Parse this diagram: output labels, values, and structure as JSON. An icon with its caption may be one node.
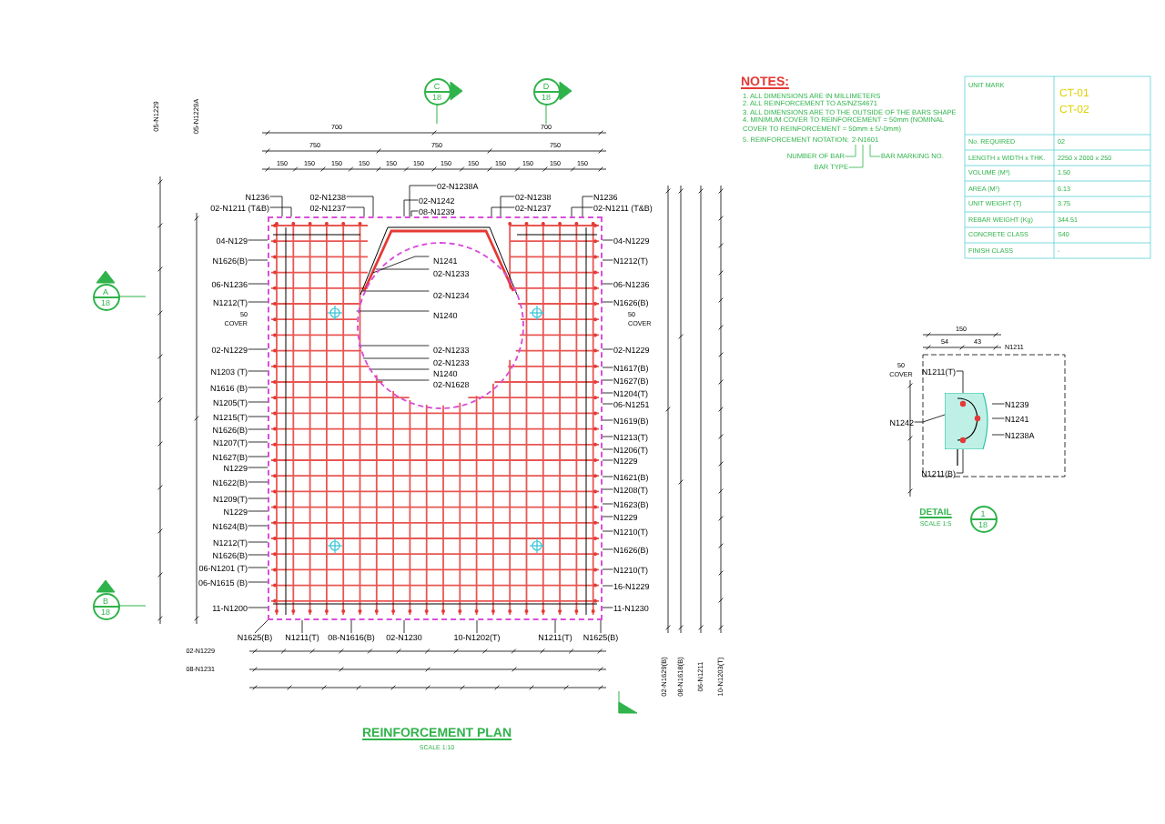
{
  "diagram": {
    "nodes": [
      {
        "text": [
          "C",
          "18"
        ]
      },
      {
        "text": [
          "D",
          "18"
        ]
      },
      {
        "text": [
          "A",
          "18"
        ]
      },
      {
        "text": [
          "B",
          "18"
        ]
      },
      {
        "text": [],
        "shape": "box"
      },
      {
        "text": [],
        "shape": "circle",
        "in": 4
      },
      {
        "text": [
          "04-N129"
        ]
      },
      {
        "text": [
          "N1626(B)"
        ]
      },
      {
        "text": [
          "06-N1236"
        ]
      },
      {
        "text": [
          "N1212(T)"
        ]
      },
      {
        "text": [
          "02-N1229"
        ]
      },
      {
        "text": [
          "N1203 (T)"
        ]
      },
      {
        "text": [
          "N1616 (B)"
        ]
      },
      {
        "text": [
          "N1205(T)"
        ]
      },
      {
        "text": [
          "N1215(T)"
        ]
      },
      {
        "text": [
          "N1626(B)"
        ]
      },
      {
        "text": [
          "N1207(T)"
        ]
      },
      {
        "text": [
          "N1627(B)"
        ]
      },
      {
        "text": [
          "N1229"
        ]
      },
      {
        "text": [
          "N1622(B)"
        ]
      },
      {
        "text": [
          "N1209(T)"
        ]
      },
      {
        "text": [
          "N1229"
        ]
      },
      {
        "text": [
          "N1624(B)"
        ]
      },
      {
        "text": [
          "N1212(T)"
        ]
      },
      {
        "text": [
          "N1626(B)"
        ]
      },
      {
        "text": [
          "06-N1201 (T)"
        ]
      },
      {
        "text": [
          "06-N1615 (B)"
        ]
      },
      {
        "text": [
          "11-N1200"
        ]
      },
      {
        "text": [
          "04-N1229"
        ]
      },
      {
        "text": [
          "N1212(T)"
        ]
      },
      {
        "text": [
          "06-N1236"
        ]
      },
      {
        "text": [
          "N1626(B)"
        ]
      },
      {
        "text": [
          "02-N1229"
        ]
      },
      {
        "text": [
          "N1617(B)"
        ]
      },
      {
        "text": [
          "N1627(B)"
        ]
      },
      {
        "text": [
          "N1204(T)"
        ]
      },
      {
        "text": [
          "06-N1251"
        ]
      },
      {
        "text": [
          "N1619(B)"
        ]
      },
      {
        "text": [
          "N1213(T)"
        ]
      },
      {
        "text": [
          "N1206(T)"
        ]
      },
      {
        "text": [
          "N1229"
        ]
      },
      {
        "text": [
          "N1621(B)"
        ]
      },
      {
        "text": [
          "N1208(T)"
        ]
      },
      {
        "text": [
          "N1623(B)"
        ]
      },
      {
        "text": [
          "N1229"
        ]
      },
      {
        "text": [
          "N1210(T)"
        ]
      },
      {
        "text": [
          "N1626(B)"
        ]
      },
      {
        "text": [
          "N1210(T)"
        ]
      },
      {
        "text": [
          "16-N1229"
        ]
      },
      {
        "text": [
          "11-N1230"
        ]
      },
      {
        "text": [
          "N1236"
        ]
      },
      {
        "text": [
          "02-N1211 (T&B)"
        ]
      },
      {
        "text": [
          "02-N1238"
        ]
      },
      {
        "text": [
          "02-N1237"
        ]
      },
      {
        "text": [
          "02-N1238A"
        ]
      },
      {
        "text": [
          "02-N1242"
        ]
      },
      {
        "text": [
          "08-N1239"
        ]
      },
      {
        "text": [
          "02-N1238"
        ]
      },
      {
        "text": [
          "02-N1237"
        ]
      },
      {
        "text": [
          "N1236"
        ]
      },
      {
        "text": [
          "02-N1211 (T&B)"
        ]
      },
      {
        "text": [
          "N1241"
        ],
        "in": 5
      },
      {
        "text": [
          "02-N1233"
        ],
        "in": 5
      },
      {
        "text": [
          "02-N1234"
        ],
        "in": 5
      },
      {
        "text": [
          "N1240"
        ],
        "in": 5
      },
      {
        "text": [
          "02-N1233"
        ],
        "in": 5
      },
      {
        "text": [
          "02-N1233"
        ],
        "in": 5
      },
      {
        "text": [
          "N1240"
        ],
        "in": 5
      },
      {
        "text": [
          "02-N1628"
        ],
        "in": 5
      },
      {
        "text": [
          "N1625(B)"
        ]
      },
      {
        "text": [
          "N1211(T)"
        ]
      },
      {
        "text": [
          "08-N1616(B)"
        ]
      },
      {
        "text": [
          "02-N1230"
        ]
      },
      {
        "text": [
          "10-N1202(T)"
        ]
      },
      {
        "text": [
          "N1211(T)"
        ]
      },
      {
        "text": [
          "N1625(B)"
        ]
      },
      {
        "text": [],
        "shape": "picture"
      },
      {
        "text": [
          "N1211(T)"
        ]
      },
      {
        "text": [
          "N1239"
        ]
      },
      {
        "text": [
          "N1241"
        ]
      },
      {
        "text": [
          "N1238A"
        ]
      },
      {
        "text": [
          "N1242"
        ]
      },
      {
        "text": [
          "N1211(B)"
        ]
      },
      {
        "text": [
          "1",
          "18"
        ]
      },
      {
        "text": [
          "2-N1601"
        ]
      },
      {
        "text": [
          "NUMBER OF BAR"
        ]
      },
      {
        "text": [
          "BAR MARKING NO."
        ]
      },
      {
        "text": [
          "BAR TYPE"
        ]
      }
    ],
    "edges": [
      {
        "from": 6,
        "to": 4,
        "arrow": "none"
      },
      {
        "from": 7,
        "to": 4,
        "arrow": "none"
      },
      {
        "from": 8,
        "to": 4,
        "arrow": "none"
      },
      {
        "from": 9,
        "to": 4,
        "arrow": "none"
      },
      {
        "from": 10,
        "to": 4,
        "arrow": "none"
      },
      {
        "from": 11,
        "to": 4,
        "arrow": "none"
      },
      {
        "from": 12,
        "to": 4,
        "arrow": "none"
      },
      {
        "from": 13,
        "to": 4,
        "arrow": "none"
      },
      {
        "from": 14,
        "to": 4,
        "arrow": "none"
      },
      {
        "from": 15,
        "to": 4,
        "arrow": "none"
      },
      {
        "from": 16,
        "to": 4,
        "arrow": "none"
      },
      {
        "from": 17,
        "to": 4,
        "arrow": "none"
      },
      {
        "from": 18,
        "to": 4,
        "arrow": "none"
      },
      {
        "from": 19,
        "to": 4,
        "arrow": "none"
      },
      {
        "from": 20,
        "to": 4,
        "arrow": "none"
      },
      {
        "from": 21,
        "to": 4,
        "arrow": "none"
      },
      {
        "from": 22,
        "to": 4,
        "arrow": "none"
      },
      {
        "from": 23,
        "to": 4,
        "arrow": "none"
      },
      {
        "from": 24,
        "to": 4,
        "arrow": "none"
      },
      {
        "from": 25,
        "to": 4,
        "arrow": "none"
      },
      {
        "from": 26,
        "to": 4,
        "arrow": "none"
      },
      {
        "from": 27,
        "to": 4,
        "arrow": "none"
      },
      {
        "from": 28,
        "to": 4,
        "arrow": "none"
      },
      {
        "from": 29,
        "to": 4,
        "arrow": "none"
      },
      {
        "from": 30,
        "to": 4,
        "arrow": "none"
      },
      {
        "from": 31,
        "to": 4,
        "arrow": "none"
      },
      {
        "from": 32,
        "to": 4,
        "arrow": "none"
      },
      {
        "from": 33,
        "to": 4,
        "arrow": "none"
      },
      {
        "from": 34,
        "to": 4,
        "arrow": "none"
      },
      {
        "from": 35,
        "to": 4,
        "arrow": "none"
      },
      {
        "from": 36,
        "to": 4,
        "arrow": "none"
      },
      {
        "from": 37,
        "to": 4,
        "arrow": "none"
      },
      {
        "from": 38,
        "to": 4,
        "arrow": "none"
      },
      {
        "from": 39,
        "to": 4,
        "arrow": "none"
      },
      {
        "from": 40,
        "to": 4,
        "arrow": "none"
      },
      {
        "from": 41,
        "to": 4,
        "arrow": "none"
      },
      {
        "from": 42,
        "to": 4,
        "arrow": "none"
      },
      {
        "from": 43,
        "to": 4,
        "arrow": "none"
      },
      {
        "from": 44,
        "to": 4,
        "arrow": "none"
      },
      {
        "from": 45,
        "to": 4,
        "arrow": "none"
      },
      {
        "from": 46,
        "to": 4,
        "arrow": "none"
      },
      {
        "from": 47,
        "to": 4,
        "arrow": "none"
      },
      {
        "from": 48,
        "to": 4,
        "arrow": "none"
      },
      {
        "from": 49,
        "to": 4,
        "arrow": "none"
      },
      {
        "from": 50,
        "to": 4,
        "arrow": "none"
      },
      {
        "from": 51,
        "to": 4,
        "arrow": "none"
      },
      {
        "from": 52,
        "to": 4,
        "arrow": "none"
      },
      {
        "from": 53,
        "to": 4,
        "arrow": "none"
      },
      {
        "from": 54,
        "to": 4,
        "arrow": "none"
      },
      {
        "from": 55,
        "to": 4,
        "arrow": "none"
      },
      {
        "from": 56,
        "to": 4,
        "arrow": "none"
      },
      {
        "from": 57,
        "to": 4,
        "arrow": "none"
      },
      {
        "from": 58,
        "to": 4,
        "arrow": "none"
      },
      {
        "from": 59,
        "to": 4,
        "arrow": "none"
      },
      {
        "from": 60,
        "to": 4,
        "arrow": "none"
      },
      {
        "from": 61,
        "to": 5,
        "arrow": "none"
      },
      {
        "from": 62,
        "to": 5,
        "arrow": "none"
      },
      {
        "from": 63,
        "to": 5,
        "arrow": "none"
      },
      {
        "from": 64,
        "to": 5,
        "arrow": "none"
      },
      {
        "from": 65,
        "to": 5,
        "arrow": "none"
      },
      {
        "from": 66,
        "to": 5,
        "arrow": "none"
      },
      {
        "from": 67,
        "to": 5,
        "arrow": "none"
      },
      {
        "from": 68,
        "to": 5,
        "arrow": "none"
      },
      {
        "from": 69,
        "to": 4,
        "arrow": "none"
      },
      {
        "from": 70,
        "to": 4,
        "arrow": "none"
      },
      {
        "from": 71,
        "to": 4,
        "arrow": "none"
      },
      {
        "from": 72,
        "to": 4,
        "arrow": "none"
      },
      {
        "from": 73,
        "to": 4,
        "arrow": "none"
      },
      {
        "from": 74,
        "to": 4,
        "arrow": "none"
      },
      {
        "from": 75,
        "to": 4,
        "arrow": "none"
      },
      {
        "from": 77,
        "to": 76,
        "arrow": "none"
      },
      {
        "from": 78,
        "to": 76,
        "arrow": "none"
      },
      {
        "from": 79,
        "to": 76,
        "arrow": "none"
      },
      {
        "from": 80,
        "to": 76,
        "arrow": "none"
      },
      {
        "from": 81,
        "to": 76,
        "arrow": "none"
      },
      {
        "from": 82,
        "to": 76,
        "arrow": "none"
      },
      {
        "from": 85,
        "to": 84,
        "arrow": "none",
        "color": "#2fb34a"
      },
      {
        "from": 86,
        "to": 84,
        "arrow": "none",
        "color": "#2fb34a"
      },
      {
        "from": 87,
        "to": 84,
        "arrow": "none",
        "color": "#2fb34a"
      }
    ],
    "labels": [
      "NOTES:",
      "1. ALL DIMENSIONS ARE IN MILLIMETERS",
      "2. ALL REINFORCEMENT TO AS/NZS4671",
      "3. ALL DIMENSIONS ARE TO THE OUTSIDE OF THE BARS SHAPE",
      "4. MINIMUM COVER TO REINFORCEMENT = 50mm (NOMINAL COVER TO REINFORCEMENT = 50mm ± 5/-0mm)",
      "5. REINFORCEMENT NOTATION:",
      "UNIT MARK",
      "CT-01",
      "CT-02",
      "No. REQUIRED",
      "02",
      "LENGTH x WIDTH x THK.",
      "2250 x 2000 x 250",
      "VOLUME (M³)",
      "1.50",
      "AREA (M²)",
      "6.13",
      "UNIT WEIGHT (T)",
      "3.75",
      "REBAR WEIGHT (Kg)",
      "344.51",
      "CONCRETE CLASS",
      "S40",
      "FINISH CLASS",
      "-",
      "REINFORCEMENT PLAN",
      "SCALE 1:10",
      "DETAIL",
      "SCALE 1:5",
      "05-N1229",
      "05-N1229A",
      "02-N1229",
      "08-N1231",
      "02-N1629(B)",
      "08-N1618(B)",
      "06-N1211",
      "10-N1203(T)",
      "700",
      "700",
      "750",
      "750",
      "750",
      "150",
      "150",
      "150",
      "150",
      "150",
      "150",
      "150",
      "150",
      "150",
      "150",
      "150",
      "150",
      "150",
      "54",
      "43",
      "N1211",
      "50",
      "COVER",
      "50",
      "COVER",
      "50",
      "COVER"
    ]
  }
}
